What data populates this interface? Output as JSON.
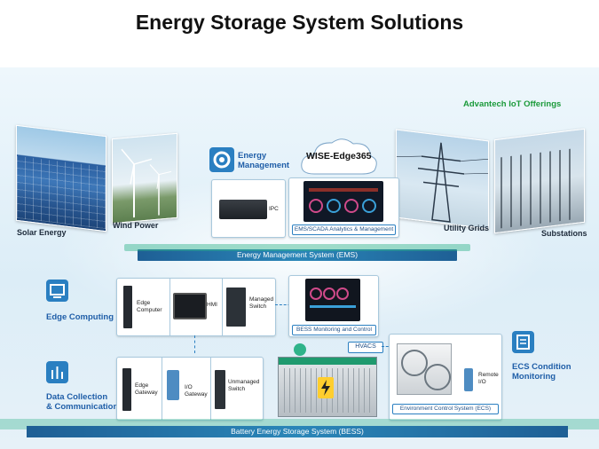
{
  "title": "Energy Storage System Solutions",
  "offerings": "Advantech IoT Offerings",
  "sources": {
    "solar": "Solar Energy",
    "wind": "Wind Power",
    "utility": "Utility Grids",
    "substations": "Substations"
  },
  "ems_section": {
    "heading_line1": "Energy",
    "heading_line2": "Management",
    "cloud_label": "WISE-Edge365",
    "ipc_label": "IPC",
    "analytics_label": "EMS/SCADA Analytics & Management",
    "bar_label": "Energy Management System (EMS)"
  },
  "edge_section": {
    "label": "Edge Computing",
    "edge_computer_line1": "Edge",
    "edge_computer_line2": "Computer",
    "hmi": "HMI",
    "managed_line1": "Managed",
    "managed_line2": "Switch",
    "bess_monitor": "BESS Monitoring and Control"
  },
  "data_section": {
    "label_line1": "Data Collection",
    "label_line2": "& Communication",
    "edge_gateway_line1": "Edge",
    "edge_gateway_line2": "Gateway",
    "io_gateway_line1": "I/O",
    "io_gateway_line2": "Gateway",
    "unmanaged_line1": "Unmanaged",
    "unmanaged_line2": "Switch",
    "hvacs": "HVACS",
    "remote_io_line1": "Remote",
    "remote_io_line2": "I/O",
    "ecs_box": "Environment Control System (ECS)",
    "ecs_label_line1": "ECS Condition",
    "ecs_label_line2": "Monitoring",
    "bar_label": "Battery Energy Storage System (BESS)"
  },
  "colors": {
    "accent": "#2a7fc1",
    "green": "#1b9a3a",
    "bar": "#1e5f95"
  }
}
